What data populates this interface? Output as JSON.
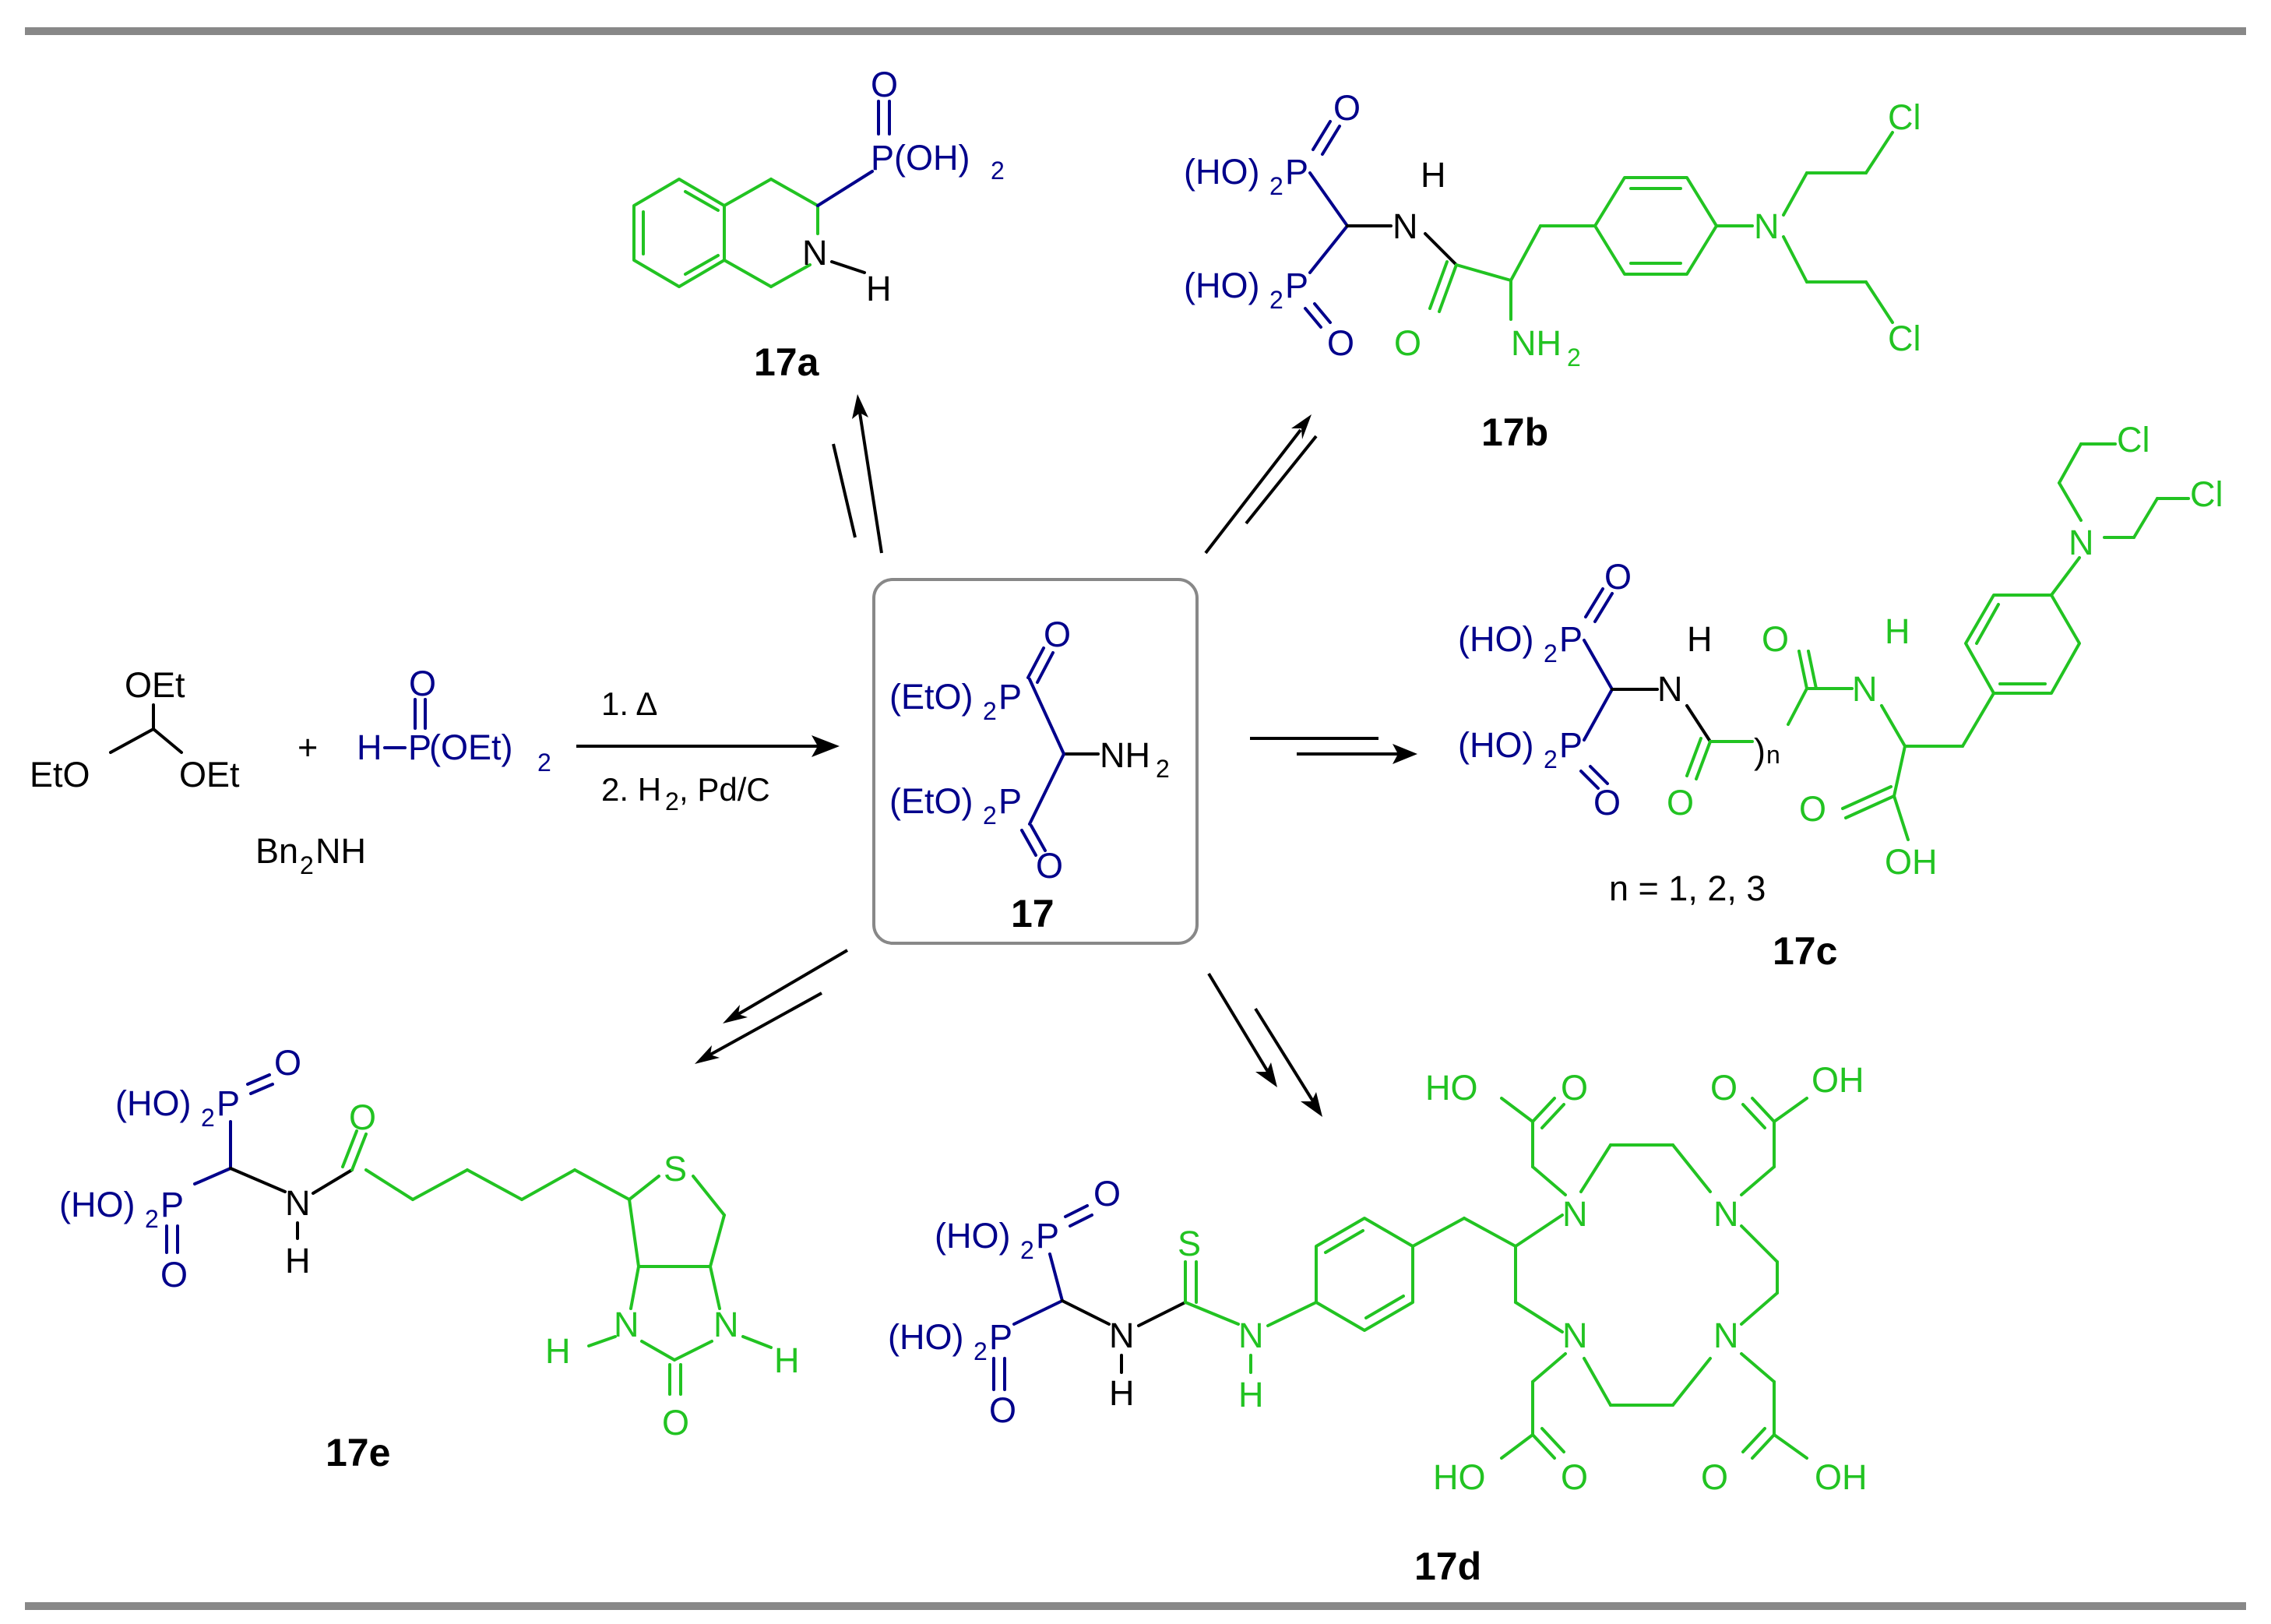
{
  "colors": {
    "reagent": "#000000",
    "bisphosphonate": "#00008b",
    "payload": "#22c322",
    "rule": "#888888",
    "box": "#888888"
  },
  "reagents": {
    "orthoformate_top": "OEt",
    "orthoformate_left": "EtO",
    "orthoformate_right": "OEt",
    "plus": "+",
    "phosphite_h": "H",
    "phosphite_p": "P",
    "phosphite_tail": "(OEt)",
    "phosphite_sub": "2",
    "phosphite_o": "O",
    "amine": "Bn",
    "amine_sub": "2",
    "amine_tail": "NH"
  },
  "conditions": {
    "step1": "1. Δ",
    "step2_a": "2. H",
    "step2_sub": "2",
    "step2_b": ", Pd/C"
  },
  "compounds": {
    "c17": "17",
    "c17a": "17a",
    "c17b": "17b",
    "c17c": "17c",
    "c17d": "17d",
    "c17e": "17e"
  },
  "c17_atoms": {
    "group": "(EtO)",
    "sub": "2",
    "p": "P",
    "o": "O",
    "amine": "NH",
    "amine_sub": "2"
  },
  "c17a_atoms": {
    "o": "O",
    "p": "P(OH)",
    "sub": "2",
    "n": "N",
    "h": "H"
  },
  "c17b_atoms": {
    "group": "(HO)",
    "sub": "2",
    "p": "P",
    "o": "O",
    "n": "N",
    "h": "H",
    "nh": "NH",
    "nh_sub": "2",
    "cl": "Cl"
  },
  "c17c_atoms": {
    "group": "(HO)",
    "sub": "2",
    "p": "P",
    "o": "O",
    "n": "N",
    "h": "H",
    "paren": ")",
    "paren_n": "n",
    "oh": "OH",
    "cl": "Cl",
    "note": "n = 1, 2, 3"
  },
  "c17d_atoms": {
    "group": "(HO)",
    "sub": "2",
    "p": "P",
    "o": "O",
    "n": "N",
    "h": "H",
    "s": "S",
    "ho": "HO",
    "oh": "OH"
  },
  "c17e_atoms": {
    "group": "(HO)",
    "sub": "2",
    "p": "P",
    "o": "O",
    "n": "N",
    "h": "H",
    "s": "S"
  }
}
